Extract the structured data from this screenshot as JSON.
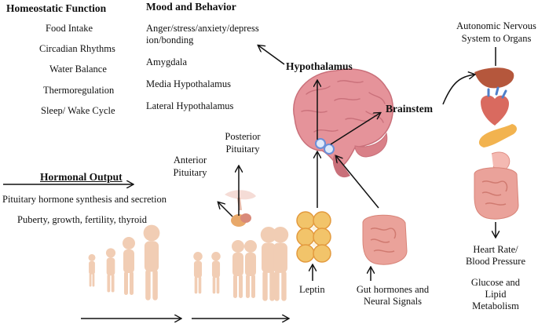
{
  "homeostatic": {
    "title": "Homeostatic Function",
    "items": [
      "Food Intake",
      "Circadian Rhythms",
      "Water Balance",
      "Thermoregulation",
      "Sleep/ Wake Cycle"
    ]
  },
  "mood": {
    "title": "Mood and Behavior",
    "line1": "Anger/stress/anxiety/depress",
    "line2": "ion/bonding",
    "items": [
      "Amygdala",
      "Media Hypothalamus",
      "Lateral Hypothalamus"
    ]
  },
  "hypothalamus": "Hypothalamus",
  "brainstem": "Brainstem",
  "autonomic": {
    "line1": "Autonomic Nervous",
    "line2": "System to Organs"
  },
  "posterior": {
    "line1": "Posterior",
    "line2": "Pituitary"
  },
  "anterior": {
    "line1": "Anterior",
    "line2": "Pituitary"
  },
  "hormonal": {
    "title": "Hormonal Output",
    "items": [
      "Pituitary hormone synthesis and secretion",
      "Puberty, growth, fertility, thyroid"
    ]
  },
  "leptin": "Leptin",
  "gut": {
    "line1": "Gut hormones and",
    "line2": "Neural Signals"
  },
  "heart_rate": {
    "line1": "Heart Rate/",
    "line2": "Blood Pressure"
  },
  "glucose": {
    "line1": "Glucose and",
    "line2": "Lipid",
    "line3": "Metabolism"
  },
  "colors": {
    "brain": "#e5939a",
    "brain_dark": "#c9707a",
    "fat": "#f2c46a",
    "gut": "#eaa29a",
    "liver": "#b5573c",
    "skin": "#f1cdb4"
  }
}
